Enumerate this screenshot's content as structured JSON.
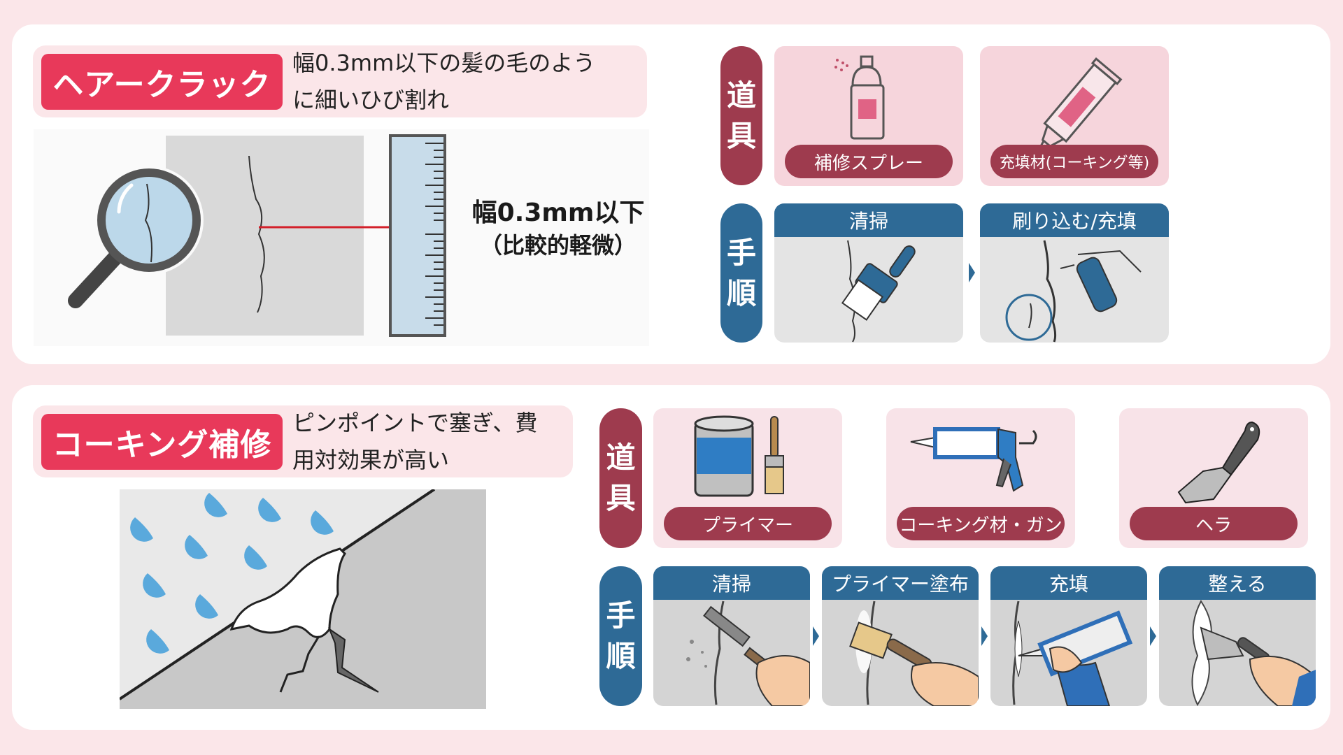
{
  "hair_crack": {
    "title": "ヘアークラック",
    "description_line1": "幅0.3mm以下の髪の毛のよう",
    "description_line2": "に細いひび割れ",
    "illustration": {
      "measure_label_line1": "幅0.3mm以下",
      "measure_label_line2": "（比較的軽微）"
    },
    "tools_label": [
      "道",
      "具"
    ],
    "tools": [
      {
        "label": "補修スプレー",
        "icon": "spray-can-icon"
      },
      {
        "label": "充填材(コーキング等)",
        "icon": "caulk-tube-icon"
      }
    ],
    "steps_label": [
      "手",
      "順"
    ],
    "steps": [
      {
        "label": "清掃",
        "icon": "cleaning-brush-icon"
      },
      {
        "label": "刷り込む/充填",
        "icon": "spray-fill-icon"
      }
    ]
  },
  "caulking": {
    "title": "コーキング補修",
    "description_line1": "ピンポイントで塞ぎ、費",
    "description_line2": "用対効果が高い",
    "tools_label": [
      "道",
      "具"
    ],
    "tools": [
      {
        "label": "プライマー",
        "icon": "primer-can-brush-icon"
      },
      {
        "label": "コーキング材・ガン",
        "icon": "caulking-gun-icon"
      },
      {
        "label": "ヘラ",
        "icon": "spatula-icon"
      }
    ],
    "steps_label": [
      "手",
      "順"
    ],
    "steps": [
      {
        "label": "清掃",
        "icon": "wire-brush-icon"
      },
      {
        "label": "プライマー塗布",
        "icon": "paint-brush-icon"
      },
      {
        "label": "充填",
        "icon": "caulking-gun-fill-icon"
      },
      {
        "label": "整える",
        "icon": "spatula-smooth-icon"
      }
    ]
  },
  "colors": {
    "background": "#fbe6e9",
    "tag_red": "#e8395a",
    "tools_maroon": "#9e3b4e",
    "steps_blue": "#2e6a96"
  }
}
